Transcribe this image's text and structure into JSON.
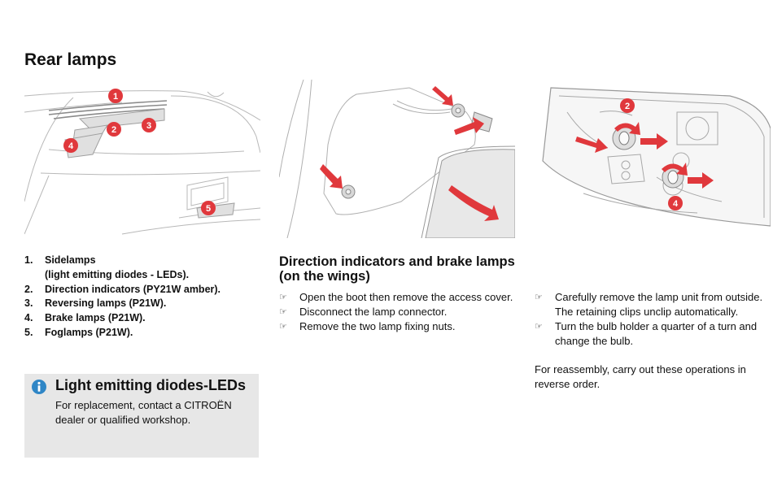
{
  "page": {
    "title": "Rear lamps"
  },
  "figures": {
    "rear_view": {
      "callouts": [
        "1",
        "2",
        "3",
        "4",
        "5"
      ]
    },
    "lamp_unit": {
      "callouts": [
        "2",
        "4"
      ]
    }
  },
  "numbered_list": [
    {
      "num": "1.",
      "text": "Sidelamps\n(light emitting diodes - LEDs)."
    },
    {
      "num": "2.",
      "text": "Direction indicators (PY21W amber)."
    },
    {
      "num": "3.",
      "text": "Reversing lamps (P21W)."
    },
    {
      "num": "4.",
      "text": "Brake lamps (P21W)."
    },
    {
      "num": "5.",
      "text": "Foglamps (P21W)."
    }
  ],
  "info_box": {
    "icon": "info-icon",
    "title": "Light emitting diodes-LEDs",
    "text": "For replacement, contact a CITROËN dealer or qualified workshop."
  },
  "section": {
    "title": "Direction indicators and brake lamps (on the wings)",
    "bullets_left": [
      "Open the boot then remove the access cover.",
      "Disconnect the lamp connector.",
      "Remove the two lamp fixing nuts."
    ],
    "bullets_right": [
      "Carefully remove the lamp unit from outside. The retaining clips unclip automatically.",
      "Turn the bulb holder a quarter of a turn and change the bulb."
    ],
    "closing": "For reassembly, carry out these operations in reverse order."
  },
  "bullet_glyph": "☞",
  "colors": {
    "callout_red": "#e0383c",
    "arrow_red": "#e0383c",
    "box_grey": "#e7e7e7",
    "info_blue": "#2f86c6"
  }
}
